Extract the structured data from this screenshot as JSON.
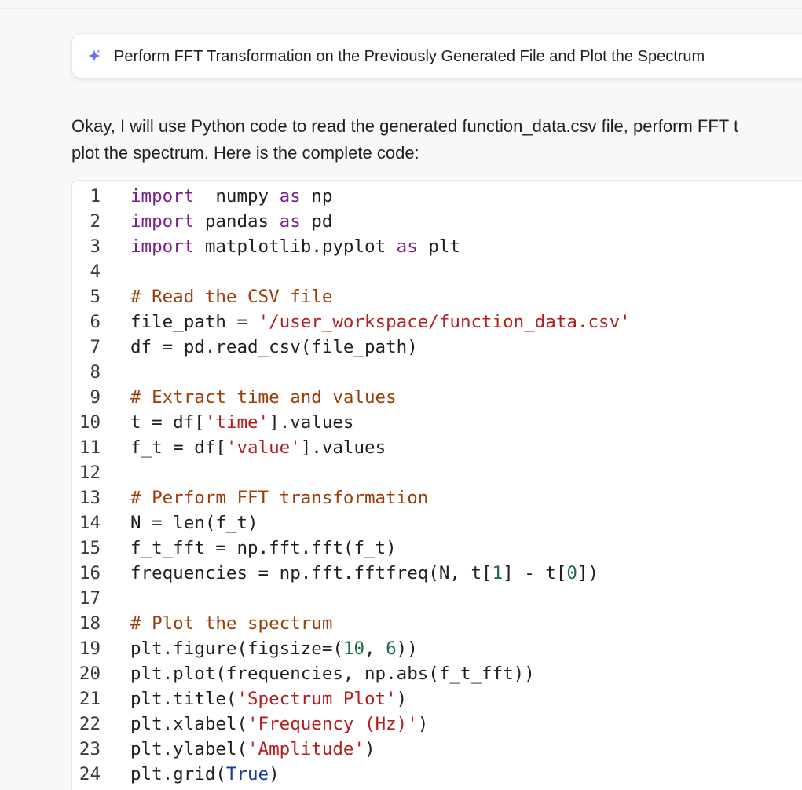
{
  "prompt": {
    "text": "Perform FFT Transformation on the Previously Generated File and Plot the Spectrum",
    "icon": "sparkle-icon",
    "icon_color": "#6b6ef0"
  },
  "response": {
    "line1": "Okay, I will use Python code to read the generated function_data.csv file, perform FFT t",
    "line2": "plot the spectrum. Here is the complete code:"
  },
  "code": {
    "language": "python",
    "colors": {
      "keyword": "#7b1f8f",
      "comment": "#9a3d0a",
      "string": "#b51d1d",
      "number": "#1f6b45",
      "builtin": "#1a3a9c"
    },
    "lines": [
      {
        "n": "1",
        "tokens": [
          [
            "kw",
            "import"
          ],
          [
            "",
            "  numpy "
          ],
          [
            "kw",
            "as"
          ],
          [
            "",
            " np"
          ]
        ]
      },
      {
        "n": "2",
        "tokens": [
          [
            "kw",
            "import"
          ],
          [
            "",
            " pandas "
          ],
          [
            "kw",
            "as"
          ],
          [
            "",
            " pd"
          ]
        ]
      },
      {
        "n": "3",
        "tokens": [
          [
            "kw",
            "import"
          ],
          [
            "",
            " matplotlib.pyplot "
          ],
          [
            "kw",
            "as"
          ],
          [
            "",
            " plt"
          ]
        ]
      },
      {
        "n": "4",
        "tokens": []
      },
      {
        "n": "5",
        "tokens": [
          [
            "cm",
            "# Read the CSV file"
          ]
        ]
      },
      {
        "n": "6",
        "tokens": [
          [
            "",
            "file_path = "
          ],
          [
            "st",
            "'/user_workspace/function_data.csv'"
          ]
        ]
      },
      {
        "n": "7",
        "tokens": [
          [
            "",
            "df = pd.read_csv(file_path)"
          ]
        ]
      },
      {
        "n": "8",
        "tokens": []
      },
      {
        "n": "9",
        "tokens": [
          [
            "cm",
            "# Extract time and values"
          ]
        ]
      },
      {
        "n": "10",
        "tokens": [
          [
            "",
            "t = df["
          ],
          [
            "st",
            "'time'"
          ],
          [
            "",
            "].values"
          ]
        ]
      },
      {
        "n": "11",
        "tokens": [
          [
            "",
            "f_t = df["
          ],
          [
            "st",
            "'value'"
          ],
          [
            "",
            "].values"
          ]
        ]
      },
      {
        "n": "12",
        "tokens": []
      },
      {
        "n": "13",
        "tokens": [
          [
            "cm",
            "# Perform FFT transformation"
          ]
        ]
      },
      {
        "n": "14",
        "tokens": [
          [
            "",
            "N = len(f_t)"
          ]
        ]
      },
      {
        "n": "15",
        "tokens": [
          [
            "",
            "f_t_fft = np.fft.fft(f_t)"
          ]
        ]
      },
      {
        "n": "16",
        "tokens": [
          [
            "",
            "frequencies = np.fft.fftfreq(N, t["
          ],
          [
            "nu",
            "1"
          ],
          [
            "",
            "] - t["
          ],
          [
            "nu",
            "0"
          ],
          [
            "",
            "])"
          ]
        ]
      },
      {
        "n": "17",
        "tokens": []
      },
      {
        "n": "18",
        "tokens": [
          [
            "cm",
            "# Plot the spectrum"
          ]
        ]
      },
      {
        "n": "19",
        "tokens": [
          [
            "",
            "plt.figure(figsize=("
          ],
          [
            "nu",
            "10"
          ],
          [
            "",
            ", "
          ],
          [
            "nu",
            "6"
          ],
          [
            "",
            "))"
          ]
        ]
      },
      {
        "n": "20",
        "tokens": [
          [
            "",
            "plt.plot(frequencies, np.abs(f_t_fft))"
          ]
        ]
      },
      {
        "n": "21",
        "tokens": [
          [
            "",
            "plt.title("
          ],
          [
            "st",
            "'Spectrum Plot'"
          ],
          [
            "",
            ")"
          ]
        ]
      },
      {
        "n": "22",
        "tokens": [
          [
            "",
            "plt.xlabel("
          ],
          [
            "st",
            "'Frequency (Hz)'"
          ],
          [
            "",
            ")"
          ]
        ]
      },
      {
        "n": "23",
        "tokens": [
          [
            "",
            "plt.ylabel("
          ],
          [
            "st",
            "'Amplitude'"
          ],
          [
            "",
            ")"
          ]
        ]
      },
      {
        "n": "24",
        "tokens": [
          [
            "",
            "plt.grid("
          ],
          [
            "bi",
            "True"
          ],
          [
            "",
            ")"
          ]
        ]
      }
    ]
  }
}
